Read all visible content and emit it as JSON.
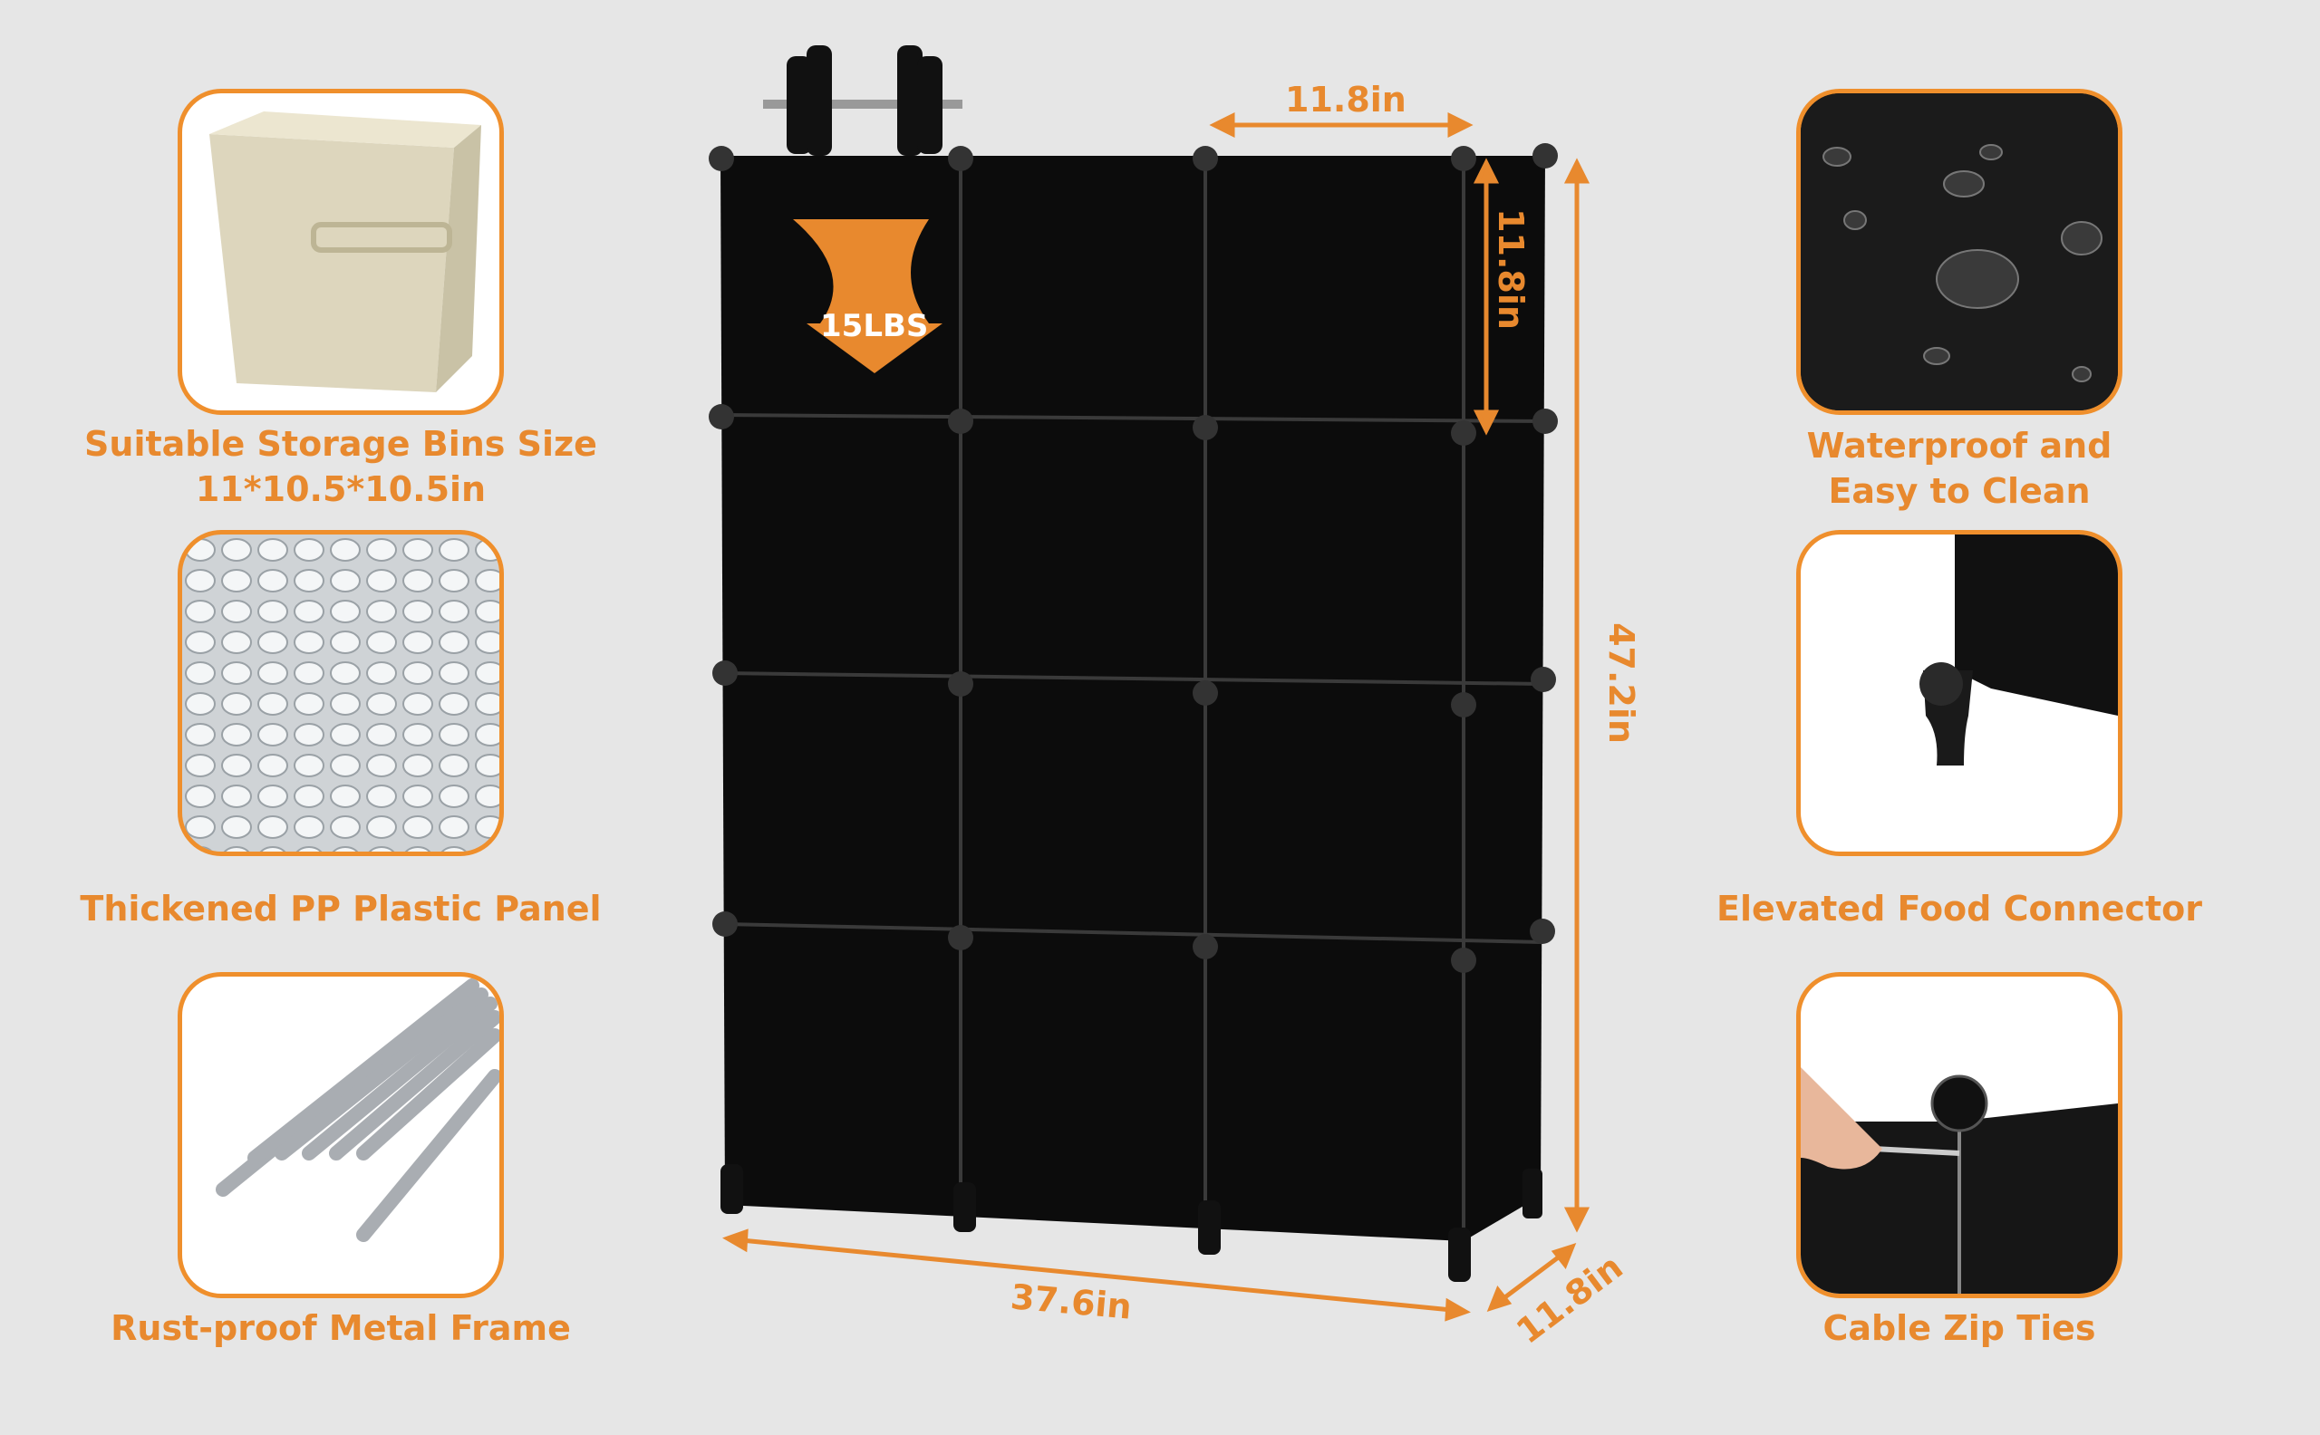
{
  "left_features": [
    {
      "caption_line1": "Suitable Storage Bins Size",
      "caption_line2": "11*10.5*10.5in",
      "icon": "fabric-bin-image"
    },
    {
      "caption_line1": "Thickened PP Plastic Panel",
      "icon": "plastic-pellets-image"
    },
    {
      "caption_line1": "Rust-proof Metal Frame",
      "icon": "metal-rods-image"
    }
  ],
  "right_features": [
    {
      "caption_line1": "Waterproof and",
      "caption_line2": "Easy to Clean",
      "icon": "water-droplets-image"
    },
    {
      "caption_line1": "Elevated Food Connector",
      "icon": "shelf-foot-image"
    },
    {
      "caption_line1": "Cable Zip Ties",
      "icon": "zip-tie-connector-image"
    }
  ],
  "product": {
    "load_label": "15LBS",
    "cube_width": "11.8in",
    "cube_height": "11.8in",
    "total_height": "47.2in",
    "total_width": "37.6in",
    "depth": "11.8in"
  },
  "colors": {
    "accent": "#ef8f2c",
    "background": "#e6e6e6",
    "shelf": "#0c0c0c"
  }
}
